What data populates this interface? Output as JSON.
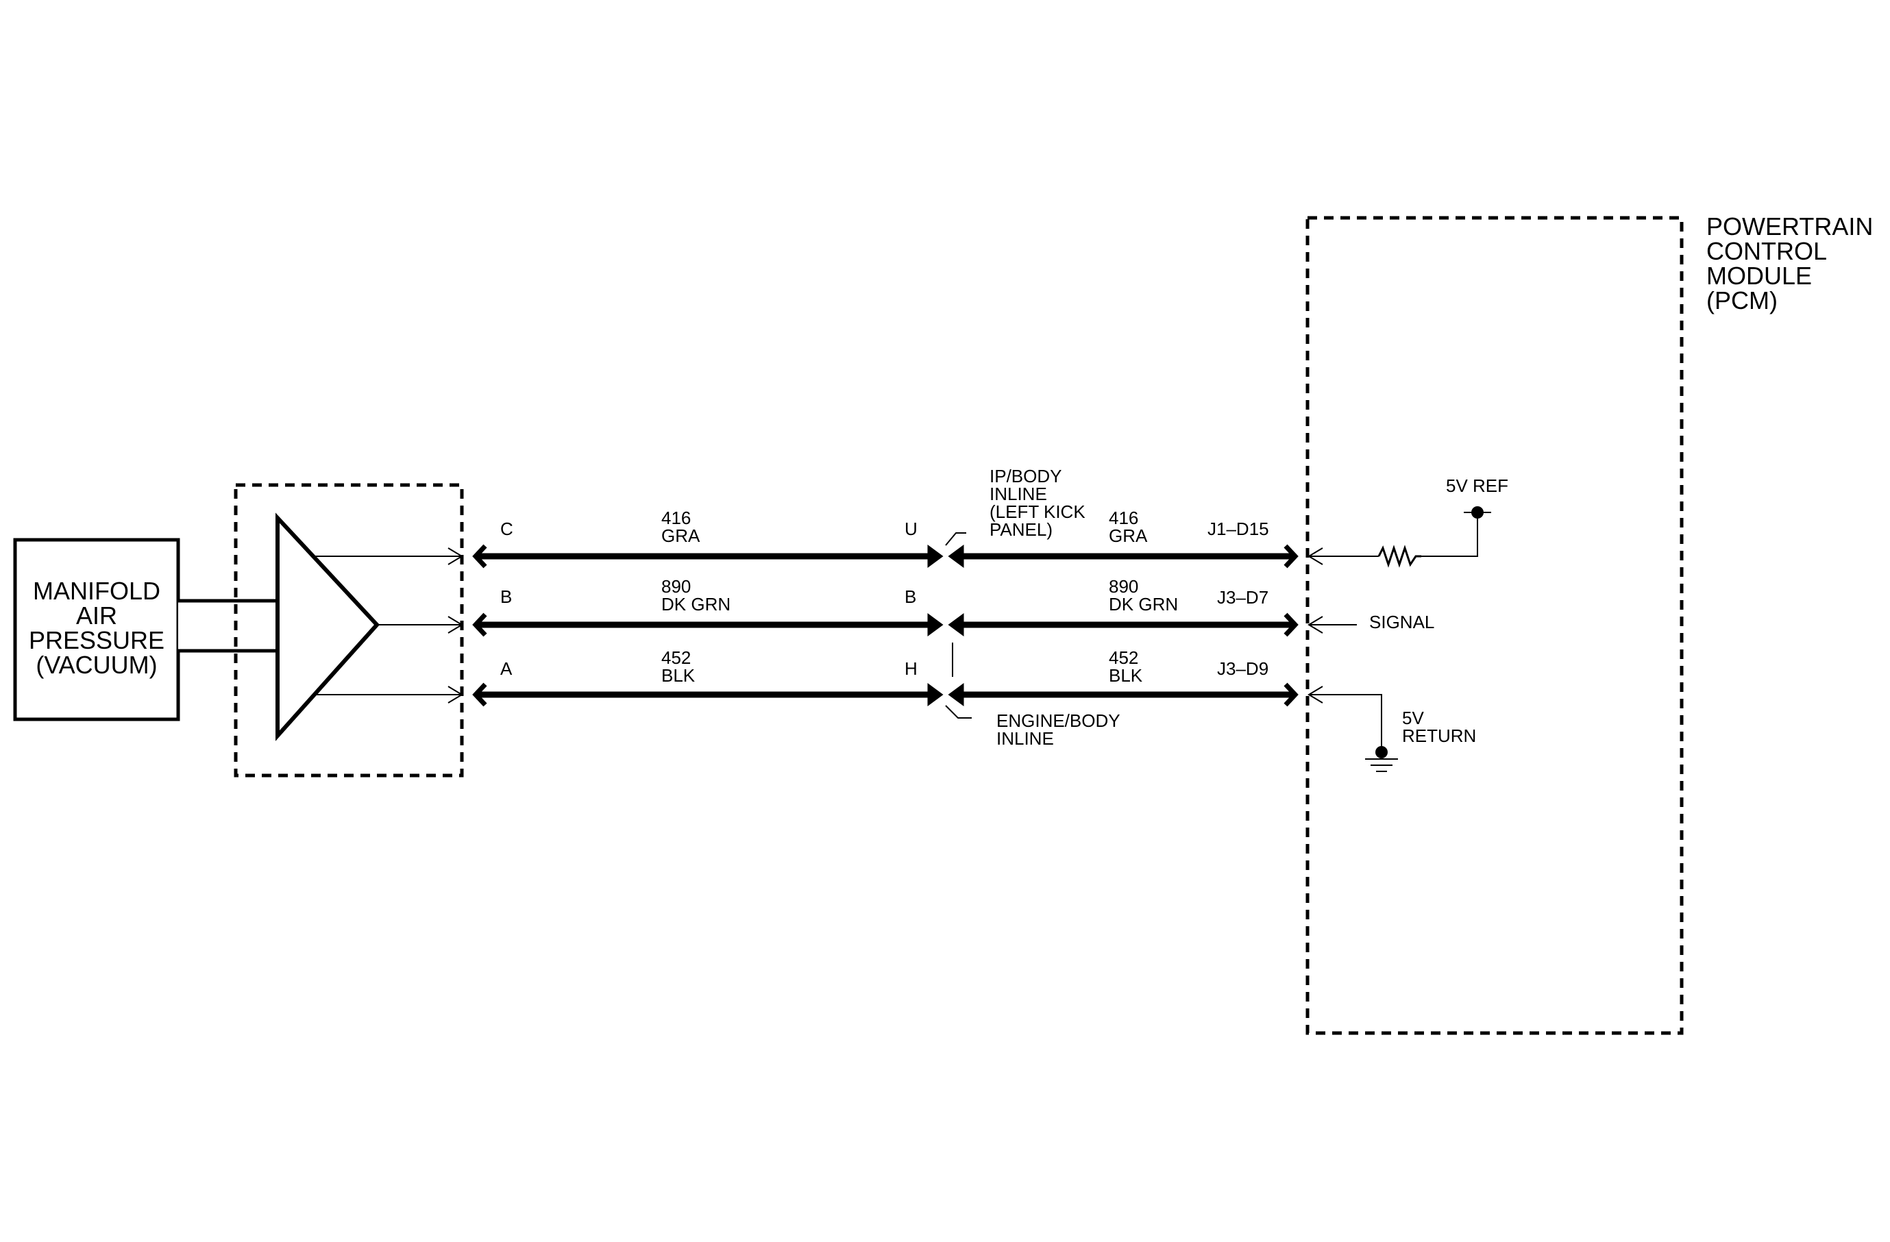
{
  "sensor": {
    "name_lines": [
      "MANIFOLD",
      "AIR",
      "PRESSURE",
      "(VACUUM)"
    ]
  },
  "pcm": {
    "name_lines": [
      "POWERTRAIN",
      "CONTROL",
      "MODULE",
      "(PCM)"
    ]
  },
  "circuits": [
    {
      "sensor_pin": "C",
      "left_circuit": "416",
      "left_color": "GRA",
      "inline_pin": "U",
      "right_circuit": "416",
      "right_color": "GRA",
      "pcm_pin": "J1–D15"
    },
    {
      "sensor_pin": "B",
      "left_circuit": "890",
      "left_color": "DK GRN",
      "inline_pin": "B",
      "right_circuit": "890",
      "right_color": "DK GRN",
      "pcm_pin": "J3–D7"
    },
    {
      "sensor_pin": "A",
      "left_circuit": "452",
      "left_color": "BLK",
      "inline_pin": "H",
      "right_circuit": "452",
      "right_color": "BLK",
      "pcm_pin": "J3–D9"
    }
  ],
  "connectors": {
    "ip_body_lines": [
      "IP/BODY",
      "INLINE",
      "(LEFT KICK",
      "PANEL)"
    ],
    "engine_body_lines": [
      "ENGINE/BODY",
      "INLINE"
    ]
  },
  "pcm_internal": {
    "ref_label": "5V REF",
    "signal_label": "SIGNAL",
    "return_lines": [
      "5V",
      "RETURN"
    ]
  }
}
